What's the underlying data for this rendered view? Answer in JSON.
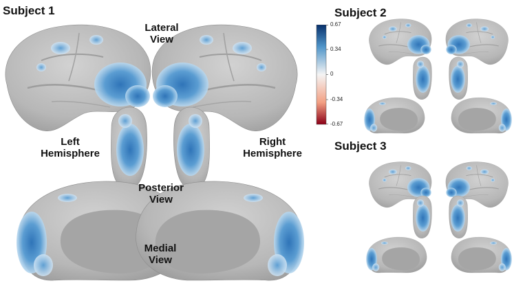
{
  "labels": {
    "subject1": "Subject 1",
    "subject2": "Subject 2",
    "subject3": "Subject 3",
    "lateral": [
      "Lateral",
      "View"
    ],
    "posterior": [
      "Posterior",
      "View"
    ],
    "medial": [
      "Medial",
      "View"
    ],
    "left": [
      "Left",
      "Hemisphere"
    ],
    "right": [
      "Right",
      "Hemisphere"
    ]
  },
  "colorbar": {
    "max": 0.67,
    "min": -0.67,
    "ticks": [
      "0.67",
      "0.34",
      "0",
      "-0.34",
      "-0.67"
    ],
    "colors": {
      "high": "#08306b",
      "mid_high": "#4f95c9",
      "zero": "#f4f4f4",
      "mid_low": "#f3a083",
      "low": "#8b0017"
    }
  },
  "colors": {
    "cortex": "#b8b8b8",
    "cortex_shadow": "#9a9a9a",
    "medial_wall": "#a3a3a3",
    "activation_dark": "#3d7fbf",
    "activation_light": "#a8cdea"
  }
}
